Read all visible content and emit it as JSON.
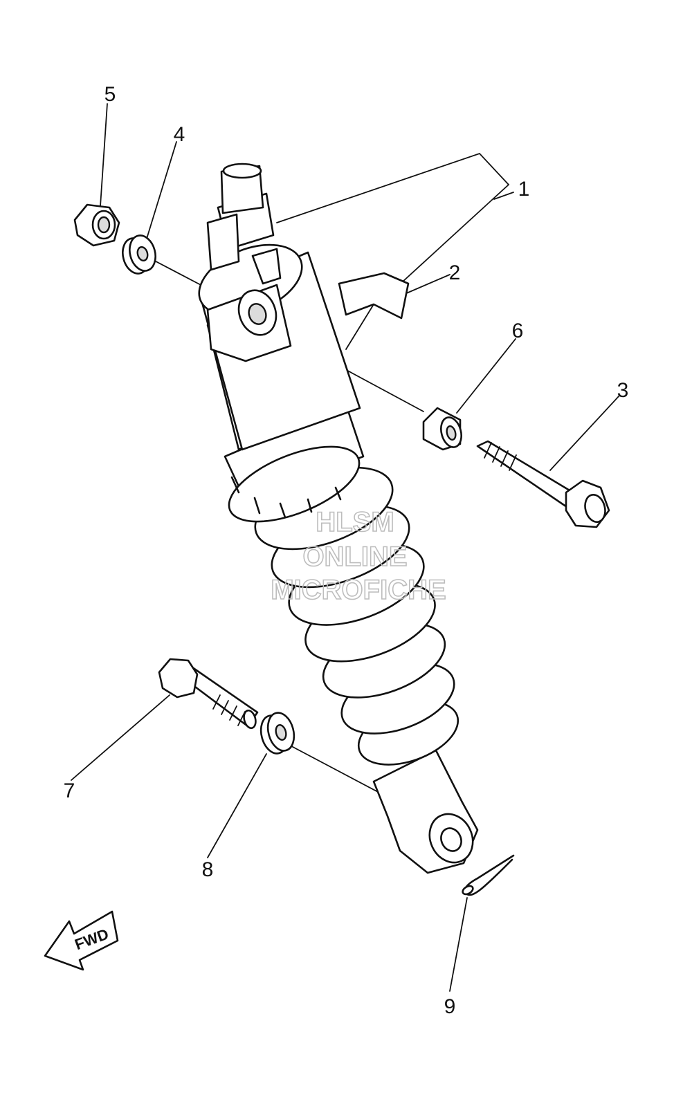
{
  "callouts": [
    {
      "id": "1",
      "label": "1"
    },
    {
      "id": "2",
      "label": "2"
    },
    {
      "id": "3",
      "label": "3"
    },
    {
      "id": "4",
      "label": "4"
    },
    {
      "id": "5",
      "label": "5"
    },
    {
      "id": "6",
      "label": "6"
    },
    {
      "id": "7",
      "label": "7"
    },
    {
      "id": "8",
      "label": "8"
    },
    {
      "id": "9",
      "label": "9"
    }
  ],
  "watermark": {
    "line1": "HLSM",
    "line2": "ONLINE",
    "line3": "MICROFICHE"
  },
  "direction_arrow": {
    "label": "FWD"
  },
  "colors": {
    "line": "#111111",
    "background": "#ffffff",
    "watermark": "#bdbdbd"
  }
}
